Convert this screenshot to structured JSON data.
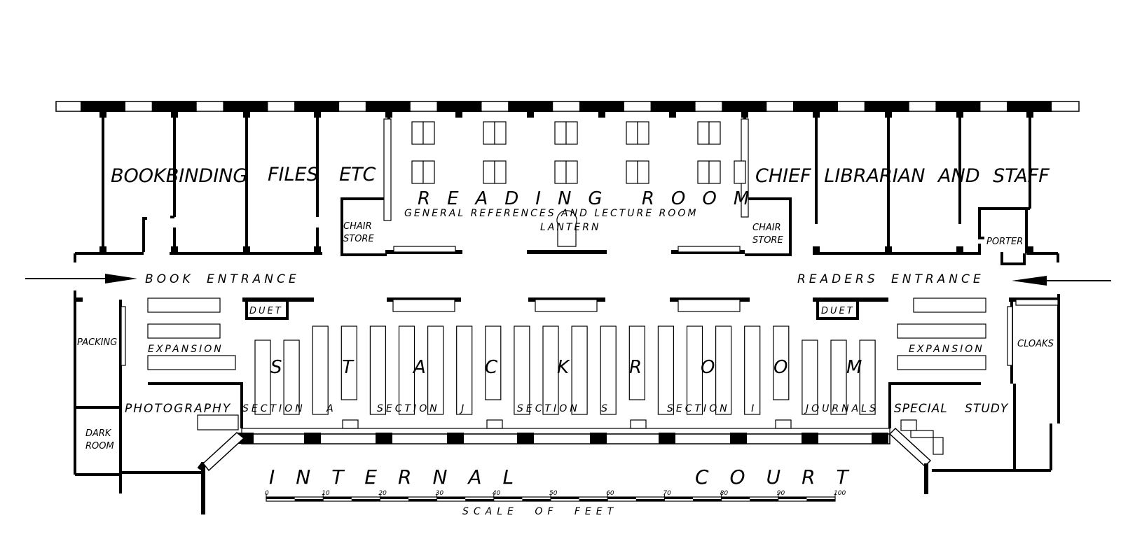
{
  "rooms": {
    "bookbinding": "BOOKBINDING",
    "files": "FILES",
    "etc": "ETC",
    "reading_room_title": "READING ROOM",
    "reading_room_sub": "GENERAL REFERENCES AND LECTURE ROOM",
    "lantern": "LANTERN",
    "chair_store": "CHAIR",
    "chair_store_2": "STORE",
    "chief_librarian": "CHIEF LIBRARIAN AND STAFF",
    "porter": "PORTER",
    "book_entrance": "BOOK ENTRANCE",
    "readers_entrance": "READERS ENTRANCE",
    "packing": "PACKING",
    "expansion": "EXPANSION",
    "duet": "DUET",
    "cloaks": "CLOAKS",
    "photography": "PHOTOGRAPHY",
    "dark": "DARK",
    "room": "ROOM",
    "special_study": "SPECIAL STUDY",
    "internal": "INTERNAL",
    "court": "COURT"
  },
  "stack_room_letters": [
    "S",
    "T",
    "A",
    "C",
    "K",
    "R",
    "O",
    "O",
    "M"
  ],
  "sections": [
    "SECTION A",
    "SECTION J",
    "SECTION S",
    "SECTION I",
    "JOURNALS"
  ],
  "scale": {
    "ticks": [
      "0",
      "10",
      "20",
      "30",
      "40",
      "50",
      "60",
      "70",
      "80",
      "90",
      "100"
    ],
    "caption": "SCALE OF FEET"
  }
}
